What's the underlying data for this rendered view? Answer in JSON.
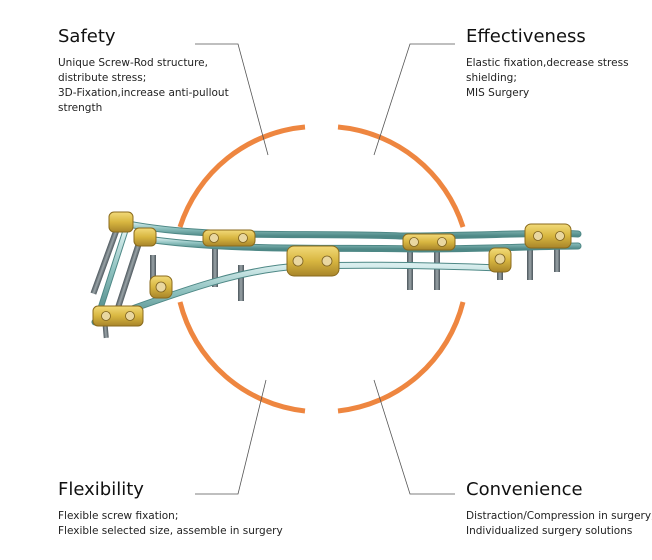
{
  "features": {
    "safety": {
      "title": "Safety",
      "lines": [
        "Unique Screw-Rod structure,",
        "distribute stress;",
        "3D-Fixation,increase anti-pullout",
        "strength"
      ]
    },
    "effectiveness": {
      "title": "Effectiveness",
      "lines": [
        "Elastic fixation,decrease stress",
        "shielding;",
        "MIS Surgery"
      ]
    },
    "flexibility": {
      "title": "Flexibility",
      "lines": [
        "Flexible screw fixation;",
        "Flexible selected size, assemble in surgery"
      ]
    },
    "convenience": {
      "title": "Convenience",
      "lines": [
        "Distraction/Compression in surgery;",
        "Individualized surgery solutions"
      ]
    }
  },
  "colors": {
    "ring": "#ee8640",
    "rod": "#8fc2c0",
    "clamp": "#d8b640",
    "screw": "#6f7a80",
    "leader": "#555555"
  }
}
